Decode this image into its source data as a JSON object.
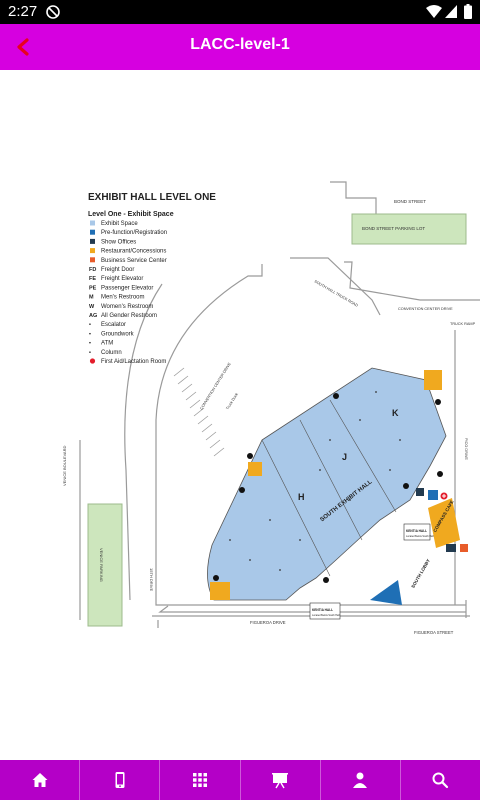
{
  "status": {
    "time": "2:27"
  },
  "header": {
    "title": "LACC-level-1",
    "back_icon": "back-arrow-icon"
  },
  "map": {
    "title": "EXHIBIT HALL LEVEL ONE",
    "legend_title": "Level One - Exhibit Space",
    "legend": [
      "Exhibit Space",
      "Pre-function/Registration",
      "Show Offices",
      "Restaurant/Concessions",
      "Business Service Center",
      "Freight Door",
      "Freight Elevator",
      "Passenger Elevator",
      "Men's Restroom",
      "Women's Restroom",
      "All Gender Restroom",
      "Escalator",
      "Groundwork",
      "ATM",
      "Column",
      "First Aid/Lactation Room"
    ],
    "legend_symbols": [
      "",
      "",
      "",
      "",
      "",
      "FD",
      "FE",
      "PE",
      "M",
      "W",
      "AG",
      "",
      "",
      "",
      "",
      ""
    ],
    "streets": {
      "bond_street": "BOND STREET",
      "bond_lot": "BOND STREET PARKING LOT",
      "truck_road": "SOUTH HALL TRUCK ROAD",
      "convention_drive_right": "CONVENTION CENTER DRIVE",
      "convention_drive_left": "CONVENTION CENTER DRIVE",
      "truck_dock": "Truck Dock",
      "venice": "VENICE BOULEVARD",
      "venice_lot": "VENICE PARKING",
      "fifteenth": "15TH DRIVE",
      "figueroa_drive": "FIGUEROA DRIVE",
      "figueroa_street": "FIGUEROA STREET",
      "pico": "PICO DRIVE",
      "truck_ramp": "TRUCK RAMP"
    },
    "labels": {
      "south_hall": "SOUTH EXHIBIT HALL",
      "hall_h": "H",
      "hall_j": "J",
      "hall_k": "K",
      "compass_cafe": "COMPASS CAFE",
      "south_lobby": "SOUTH LOBBY",
      "kentia": "KENTIA HALL",
      "kentia_sub": "Located Below South Hall",
      "kentia2": "KENTIA HALL",
      "kentia2_sub": "Located Below South Hall"
    },
    "colors": {
      "exhibit": "#a9c8e8",
      "prefunction": "#1f6fb5",
      "offices": "#223a4f",
      "restaurant": "#f0a91f",
      "business": "#e85c2a",
      "parking": "#cde6bd",
      "first_aid": "#e31d2b"
    }
  },
  "nav": [
    {
      "name": "home-icon"
    },
    {
      "name": "mobile-icon"
    },
    {
      "name": "grid-icon"
    },
    {
      "name": "presentation-icon"
    },
    {
      "name": "speaker-icon"
    },
    {
      "name": "search-icon"
    }
  ]
}
